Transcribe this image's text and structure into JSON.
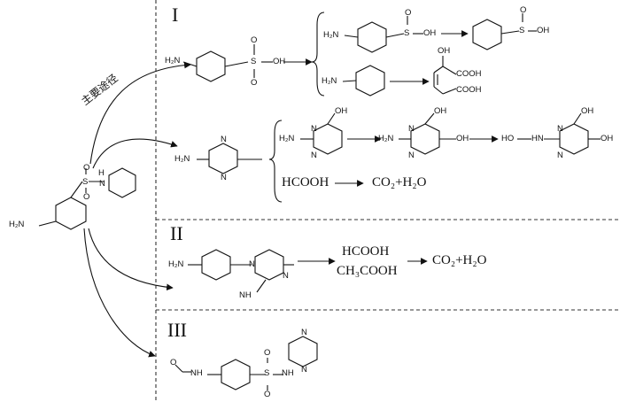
{
  "route_label": "主要途径",
  "sections": {
    "s1": "I",
    "s2": "II",
    "s3": "III"
  },
  "labels": {
    "h2n": "H₂N",
    "nh": "NH",
    "h": "H",
    "n": "N",
    "o": "O",
    "s": "S",
    "oh": "OH",
    "ho": "HO",
    "hn": "HN",
    "cooh": "COOH",
    "oh_upper": "OH"
  },
  "reaction_text": {
    "hcooh": "HCOOH",
    "co2_h2o": "CO₂+H₂O",
    "hcooh2": "HCOOH",
    "ch3cooh": "CH₃COOH",
    "co2_h2o_2": "CO₂+H₂O"
  }
}
